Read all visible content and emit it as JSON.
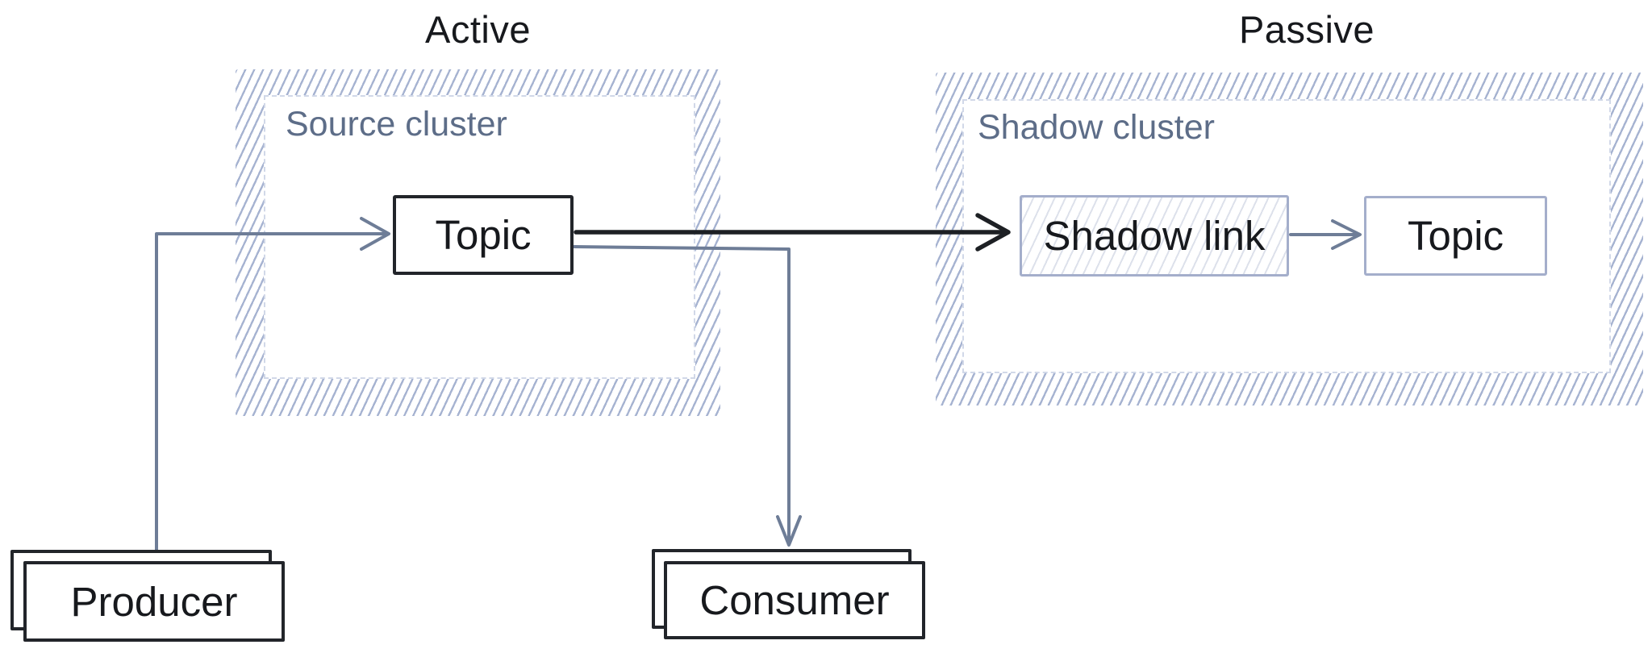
{
  "diagram": {
    "zones": {
      "active": "Active",
      "passive": "Passive"
    },
    "source_cluster": {
      "label": "Source cluster",
      "topic": "Topic"
    },
    "shadow_cluster": {
      "label": "Shadow cluster",
      "shadow_link": "Shadow link",
      "topic": "Topic"
    },
    "producer": "Producer",
    "consumer": "Consumer",
    "colors": {
      "cluster_hatch": "#97a6c9",
      "cluster_label": "#5d6d88",
      "dark_node_border": "#22252a",
      "light_node_border": "#a4aecb",
      "gray_arrow": "#6e7d97",
      "black_arrow": "#1d2024",
      "text": "#17191d"
    }
  }
}
